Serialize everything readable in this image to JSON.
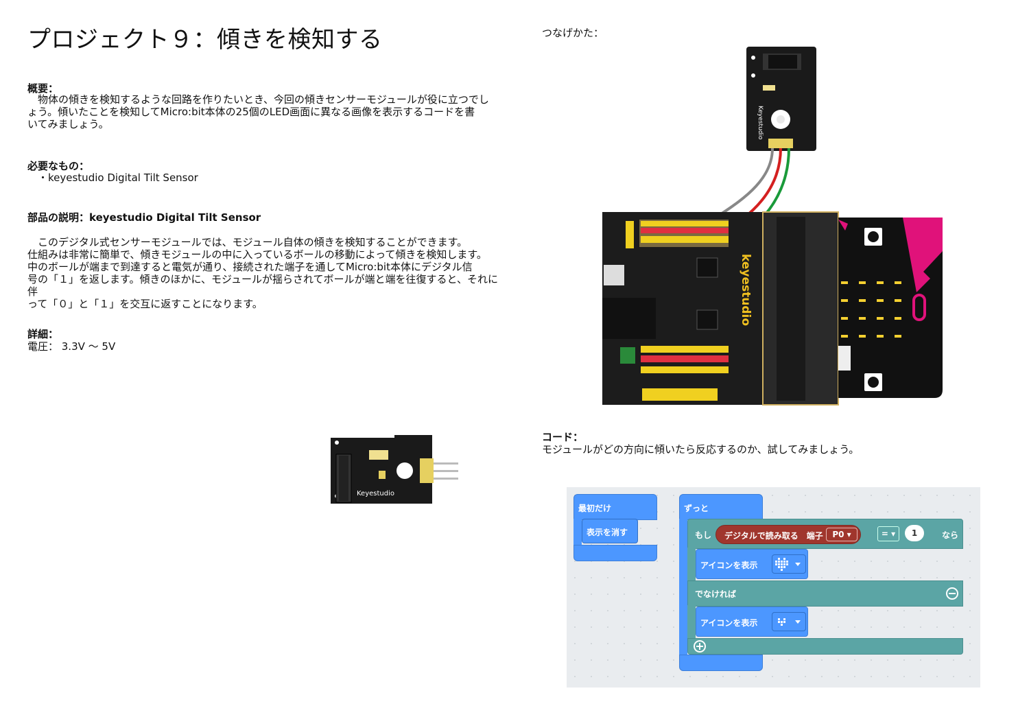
{
  "title": "プロジェクト９：傾きを検知する",
  "overview": {
    "heading": "概要：",
    "body": "　物体の傾きを検知するような回路を作りたいとき、今回の傾きセンサーモジュールが役に立つでし\nょう。傾いたことを検知してMicro:bit本体の25個のLED画面に異なる画像を表示するコードを書\nいてみましょう。"
  },
  "needed": {
    "heading": "必要なもの：",
    "item": "　・keyestudio Digital Tilt Sensor"
  },
  "parts": {
    "heading": "部品の説明：keyestudio Digital Tilt Sensor",
    "body": "　このデジタル式センサーモジュールでは、モジュール自体の傾きを検知することができます。\n仕組みは非常に簡単で、傾きモジュールの中に入っているボールの移動によって傾きを検知します。\n中のボールが端まで到達すると電気が通り、接続された端子を通してMicro:bit本体にデジタル信\n号の「１」を返します。傾きのほかに、モジュールが揺らされてボールが端と端を往復すると、それに伴\nって「０」と「１」を交互に返すことになります。"
  },
  "details": {
    "heading": "詳細：",
    "voltage": "電圧： 3.3V ～ 5V"
  },
  "wiring": {
    "heading": "つなげかた："
  },
  "module_label": "Keyestudio",
  "board_label": "keyestudio",
  "code": {
    "heading": "コード：",
    "body": "モジュールがどの方向に傾いたら反応するのか、試してみましょう。"
  },
  "blocks": {
    "on_start": "最初だけ",
    "clear": "表示を消す",
    "forever": "ずっと",
    "if": "もし",
    "digital_read": "デジタルで読み取る　端子",
    "pin": "P0 ▾",
    "eq": "= ▾",
    "value": "1",
    "then": "なら",
    "show_icon": "アイコンを表示",
    "else": "でなければ",
    "show_icon2": "アイコンを表示"
  }
}
